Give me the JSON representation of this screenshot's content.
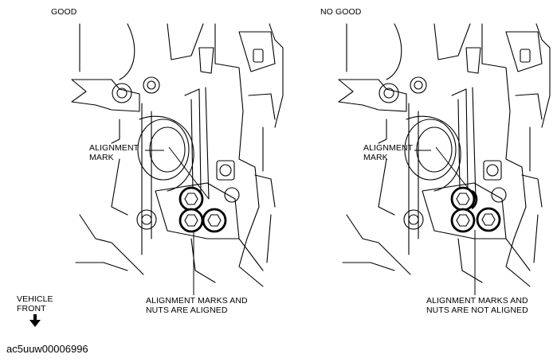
{
  "left_panel": {
    "heading": "GOOD",
    "alignment_mark_label": "ALIGNMENT\nMARK",
    "callout": "ALIGNMENT MARKS AND\nNUTS ARE ALIGNED"
  },
  "right_panel": {
    "heading": "NO GOOD",
    "alignment_mark_label": "ALIGNMENT\nMARK",
    "callout": "ALIGNMENT MARKS AND\nNUTS ARE NOT ALIGNED"
  },
  "orientation": {
    "label": "VEHICLE\nFRONT",
    "arrow_icon": "down-arrow-icon"
  },
  "figure_code": "ac5uuw00006996"
}
